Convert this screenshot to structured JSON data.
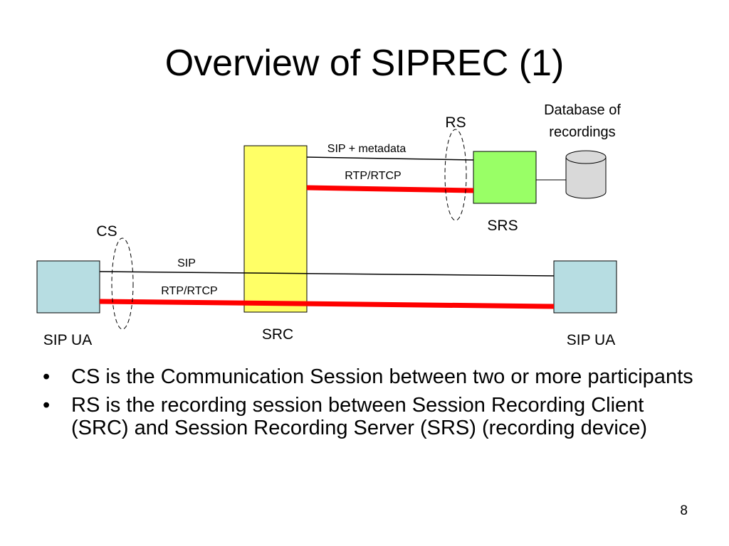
{
  "slide": {
    "title": "Overview of SIPREC (1)",
    "page_number": "8"
  },
  "diagram": {
    "labels": {
      "rs": "RS",
      "cs": "CS",
      "database": "Database of",
      "database_line2": "recordings",
      "sip_metadata": "SIP + metadata",
      "rtp_rtcp_top": "RTP/RTCP",
      "srs": "SRS",
      "sip": "SIP",
      "rtp_rtcp_bottom": "RTP/RTCP",
      "src": "SRC",
      "sip_ua_left": "SIP UA",
      "sip_ua_right": "SIP UA"
    },
    "colors": {
      "src_box": "#ffff66",
      "srs_box": "#99ff66",
      "sip_ua_box": "#b7dde2",
      "media_stream": "#ff0000",
      "database": "#d9d9d9"
    }
  },
  "bullets": [
    {
      "marker": "•",
      "text": "CS is the Communication Session between two or more participants"
    },
    {
      "marker": "•",
      "text": "RS is the recording session between Session Recording Client (SRC) and Session Recording Server (SRS) (recording device)"
    }
  ]
}
